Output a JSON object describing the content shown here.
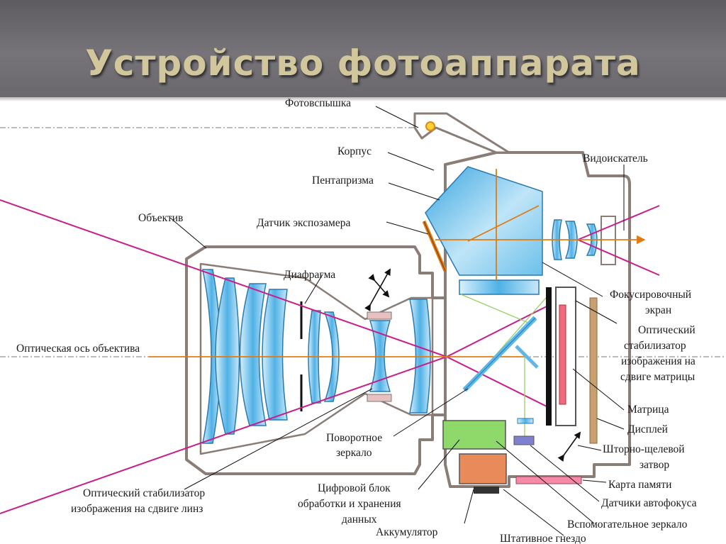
{
  "slide": {
    "title": "Устройство фотоаппарата"
  },
  "labels": {
    "flash": "Фотовспышка",
    "body": "Корпус",
    "pentaprism": "Пентапризма",
    "meter": "Датчик экспозамера",
    "lens": "Объектив",
    "aperture": "Диафрагма",
    "axis": "Оптическая ось объектива",
    "mirror1": "Поворотное",
    "mirror2": "зеркало",
    "lens_stab1": "Оптический стабилизатор",
    "lens_stab2": "изображения на сдвиге линз",
    "processor1": "Цифровой блок",
    "processor2": "обработки и хранения",
    "processor3": "данных",
    "battery": "Аккумулятор",
    "tripod": "Штативное гнездо",
    "viewfinder": "Видоискатель",
    "focus1": "Фокусировочный",
    "focus2": "экран",
    "sensor_stab1": "Оптический",
    "sensor_stab2": "стабилизатор",
    "sensor_stab3": "изображения на",
    "sensor_stab4": "сдвиге матрицы",
    "sensor": "Матрица",
    "display": "Дисплей",
    "shutter1": "Шторно-щелевой",
    "shutter2": "затвор",
    "card": "Карта памяти",
    "af": "Датчики автофокуса",
    "aux_mirror": "Вспомогательное зеркало"
  },
  "colors": {
    "header": "#6e6c70",
    "title": "#d2c79c",
    "outline": "#8a7d76",
    "ray": "#c81e8c",
    "axis": "#e07b10",
    "lens_fill": "#5cb8e8",
    "green": "#8fd86a",
    "orange": "#e88a5a",
    "red": "#f06a7a"
  }
}
